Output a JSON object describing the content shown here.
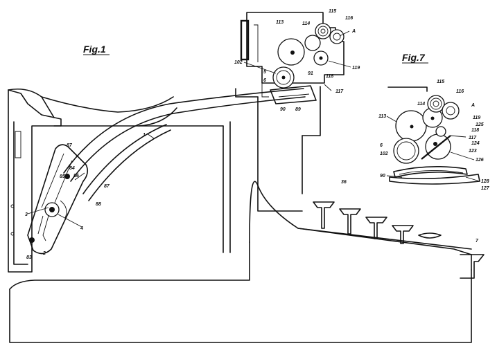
{
  "figure_titles": {
    "fig1": "Fig.1",
    "fig7": "Fig.7"
  },
  "refs_fig1": {
    "r1": "1",
    "r2": "2",
    "r3": "3",
    "r4": "4",
    "r5": "5",
    "r6": "6",
    "r7": "7",
    "r36": "36",
    "r83": "83",
    "r84": "84",
    "r85": "85",
    "r86": "86",
    "r87a": "87",
    "r87b": "87",
    "r88": "88",
    "r89": "89",
    "r90": "90",
    "r91": "91",
    "r102": "102",
    "r113": "113",
    "r114": "114",
    "r115": "115",
    "r116": "116",
    "r117": "117",
    "r118": "118",
    "r119": "119",
    "rA": "A"
  },
  "refs_fig7": {
    "r113": "113",
    "r114": "114",
    "r115": "115",
    "r116": "116",
    "r117": "117",
    "r118": "118",
    "r119": "119",
    "r123": "123",
    "r124": "124",
    "r125": "125",
    "r126": "126",
    "r127": "127",
    "r128": "128",
    "r90": "90",
    "r102": "102",
    "r6": "6",
    "rA": "A"
  }
}
